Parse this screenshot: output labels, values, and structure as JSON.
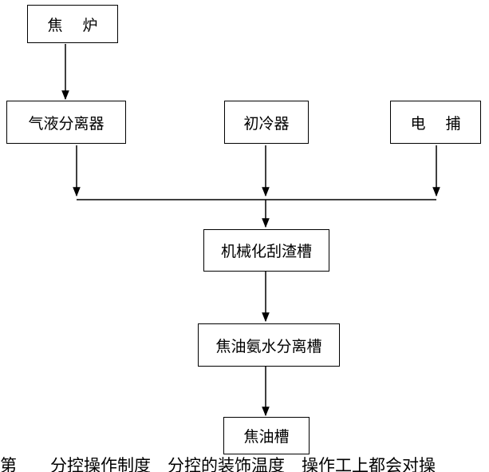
{
  "diagram": {
    "nodes": {
      "coke_oven": "焦　 炉",
      "gas_liquid_separator": "气液分离器",
      "primary_cooler": "初冷器",
      "electric_catcher": "电　 捕",
      "mechanized_scraper_tank": "机械化刮渣槽",
      "tar_ammonia_separation_tank": "焦油氨水分离槽",
      "tar_tank": "焦油槽"
    },
    "edges": [
      [
        "coke_oven",
        "gas_liquid_separator"
      ],
      [
        "gas_liquid_separator",
        "mechanized_scraper_tank"
      ],
      [
        "primary_cooler",
        "mechanized_scraper_tank"
      ],
      [
        "electric_catcher",
        "mechanized_scraper_tank"
      ],
      [
        "mechanized_scraper_tank",
        "tar_ammonia_separation_tank"
      ],
      [
        "tar_ammonia_separation_tank",
        "tar_tank"
      ]
    ],
    "caption": "第　　分控操作制度　分控的装饰温度　操作工上都会对操"
  }
}
